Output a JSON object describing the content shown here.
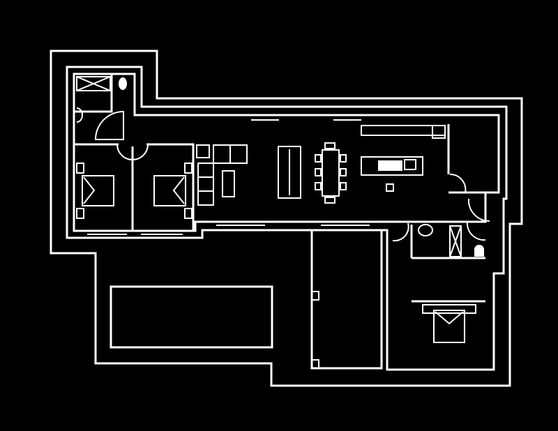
{
  "colors": {
    "background": "#000000",
    "lines": "#ffffff"
  },
  "drawing": {
    "type": "floor-plan",
    "rooms": [
      "bedroom",
      "bedroom",
      "bedroom",
      "bathroom",
      "bathroom",
      "living-room",
      "dining",
      "kitchen",
      "storage",
      "garage"
    ],
    "features": [
      "pool",
      "site-boundary"
    ]
  }
}
